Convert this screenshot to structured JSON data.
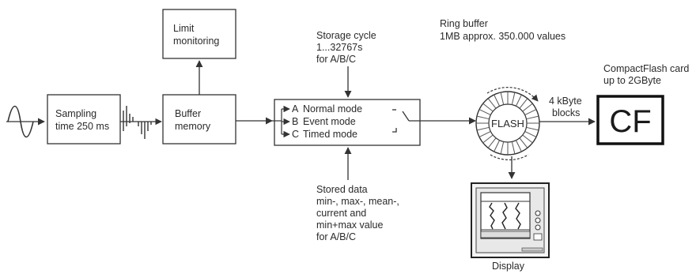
{
  "input_signal": {
    "icon": "sine-wave-icon"
  },
  "sampling": {
    "line1": "Sampling",
    "line2": "time 250 ms"
  },
  "buffer": {
    "line1": "Buffer",
    "line2": "memory"
  },
  "limit": {
    "line1": "Limit",
    "line2": "monitoring"
  },
  "modes": {
    "a": {
      "letter": "A",
      "label": "Normal mode"
    },
    "b": {
      "letter": "B",
      "label": "Event mode"
    },
    "c": {
      "letter": "C",
      "label": "Timed mode"
    }
  },
  "storage_cycle": {
    "line1": "Storage cycle",
    "line2": "1...32767s",
    "line3": "for A/B/C"
  },
  "stored_data": {
    "line1": "Stored data",
    "line2": "min-, max-, mean-,",
    "line3": "current and",
    "line4": "min+max value",
    "line5": "for A/B/C"
  },
  "ring_buffer": {
    "line1": "Ring buffer",
    "line2": "1MB approx. 350.000 values"
  },
  "flash": {
    "label": "FLASH"
  },
  "blocks": {
    "line1": "4 kByte",
    "line2": "blocks"
  },
  "compactflash": {
    "line1": "CompactFlash card",
    "line2": "up to 2GByte",
    "logo": "CF"
  },
  "display": {
    "label": "Display",
    "icon": "paperless-recorder-icon"
  }
}
